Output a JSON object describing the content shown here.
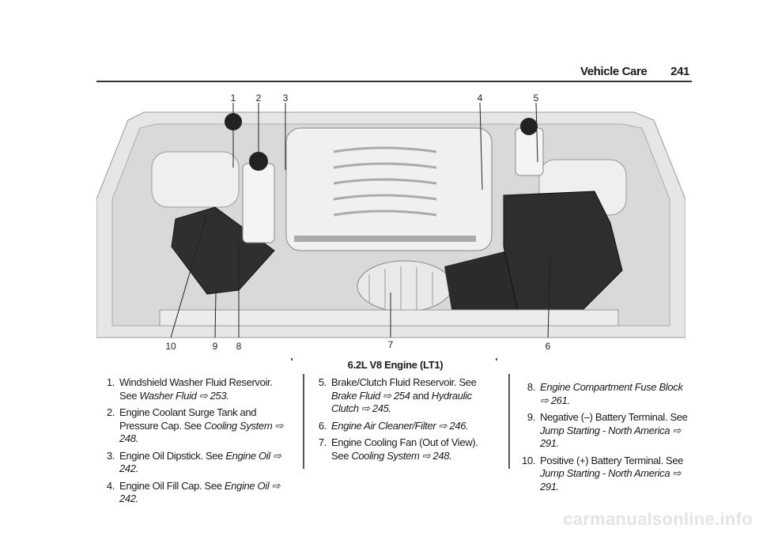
{
  "header": {
    "section": "Vehicle Care",
    "page_number": "241"
  },
  "figure": {
    "caption": "6.2L V8 Engine (LT1)",
    "callouts": [
      "1",
      "2",
      "3",
      "4",
      "5",
      "6",
      "7",
      "8",
      "9",
      "10"
    ]
  },
  "items": [
    {
      "num": "1.",
      "parts": [
        {
          "t": "Windshield Washer Fluid Reservoir. See "
        },
        {
          "t": "Washer Fluid",
          "i": true
        },
        {
          "t": " ⇨ 253.",
          "i": true
        }
      ]
    },
    {
      "num": "2.",
      "parts": [
        {
          "t": "Engine Coolant Surge Tank and Pressure Cap. See "
        },
        {
          "t": "Cooling System",
          "i": true
        },
        {
          "t": " ⇨ 248.",
          "i": true
        }
      ]
    },
    {
      "num": "3.",
      "parts": [
        {
          "t": "Engine Oil Dipstick. See "
        },
        {
          "t": "Engine Oil",
          "i": true
        },
        {
          "t": " ⇨ 242.",
          "i": true
        }
      ]
    },
    {
      "num": "4.",
      "parts": [
        {
          "t": "Engine Oil Fill Cap. See "
        },
        {
          "t": "Engine Oil",
          "i": true
        },
        {
          "t": " ⇨ 242.",
          "i": true
        }
      ]
    },
    {
      "num": "5.",
      "parts": [
        {
          "t": "Brake/Clutch Fluid Reservoir. See "
        },
        {
          "t": "Brake Fluid ⇨ 254",
          "i": true
        },
        {
          "t": " and "
        },
        {
          "t": "Hydraulic Clutch ⇨ 245.",
          "i": true
        }
      ]
    },
    {
      "num": "6.",
      "parts": [
        {
          "t": "Engine Air Cleaner/Filter ⇨ 246.",
          "i": true
        }
      ]
    },
    {
      "num": "7.",
      "parts": [
        {
          "t": "Engine Cooling Fan (Out of View). See "
        },
        {
          "t": "Cooling System ⇨ 248.",
          "i": true
        }
      ]
    },
    {
      "num": "8.",
      "parts": [
        {
          "t": "Engine Compartment Fuse Block ⇨ 261.",
          "i": true
        }
      ]
    },
    {
      "num": "9.",
      "parts": [
        {
          "t": "Negative (–) Battery Terminal. See "
        },
        {
          "t": "Jump Starting - North America ⇨ 291.",
          "i": true
        }
      ]
    },
    {
      "num": "10.",
      "parts": [
        {
          "t": "Positive (+) Battery Terminal. See "
        },
        {
          "t": "Jump Starting - North America ⇨ 291.",
          "i": true
        }
      ]
    }
  ],
  "watermark": "carmanualsonline.info"
}
